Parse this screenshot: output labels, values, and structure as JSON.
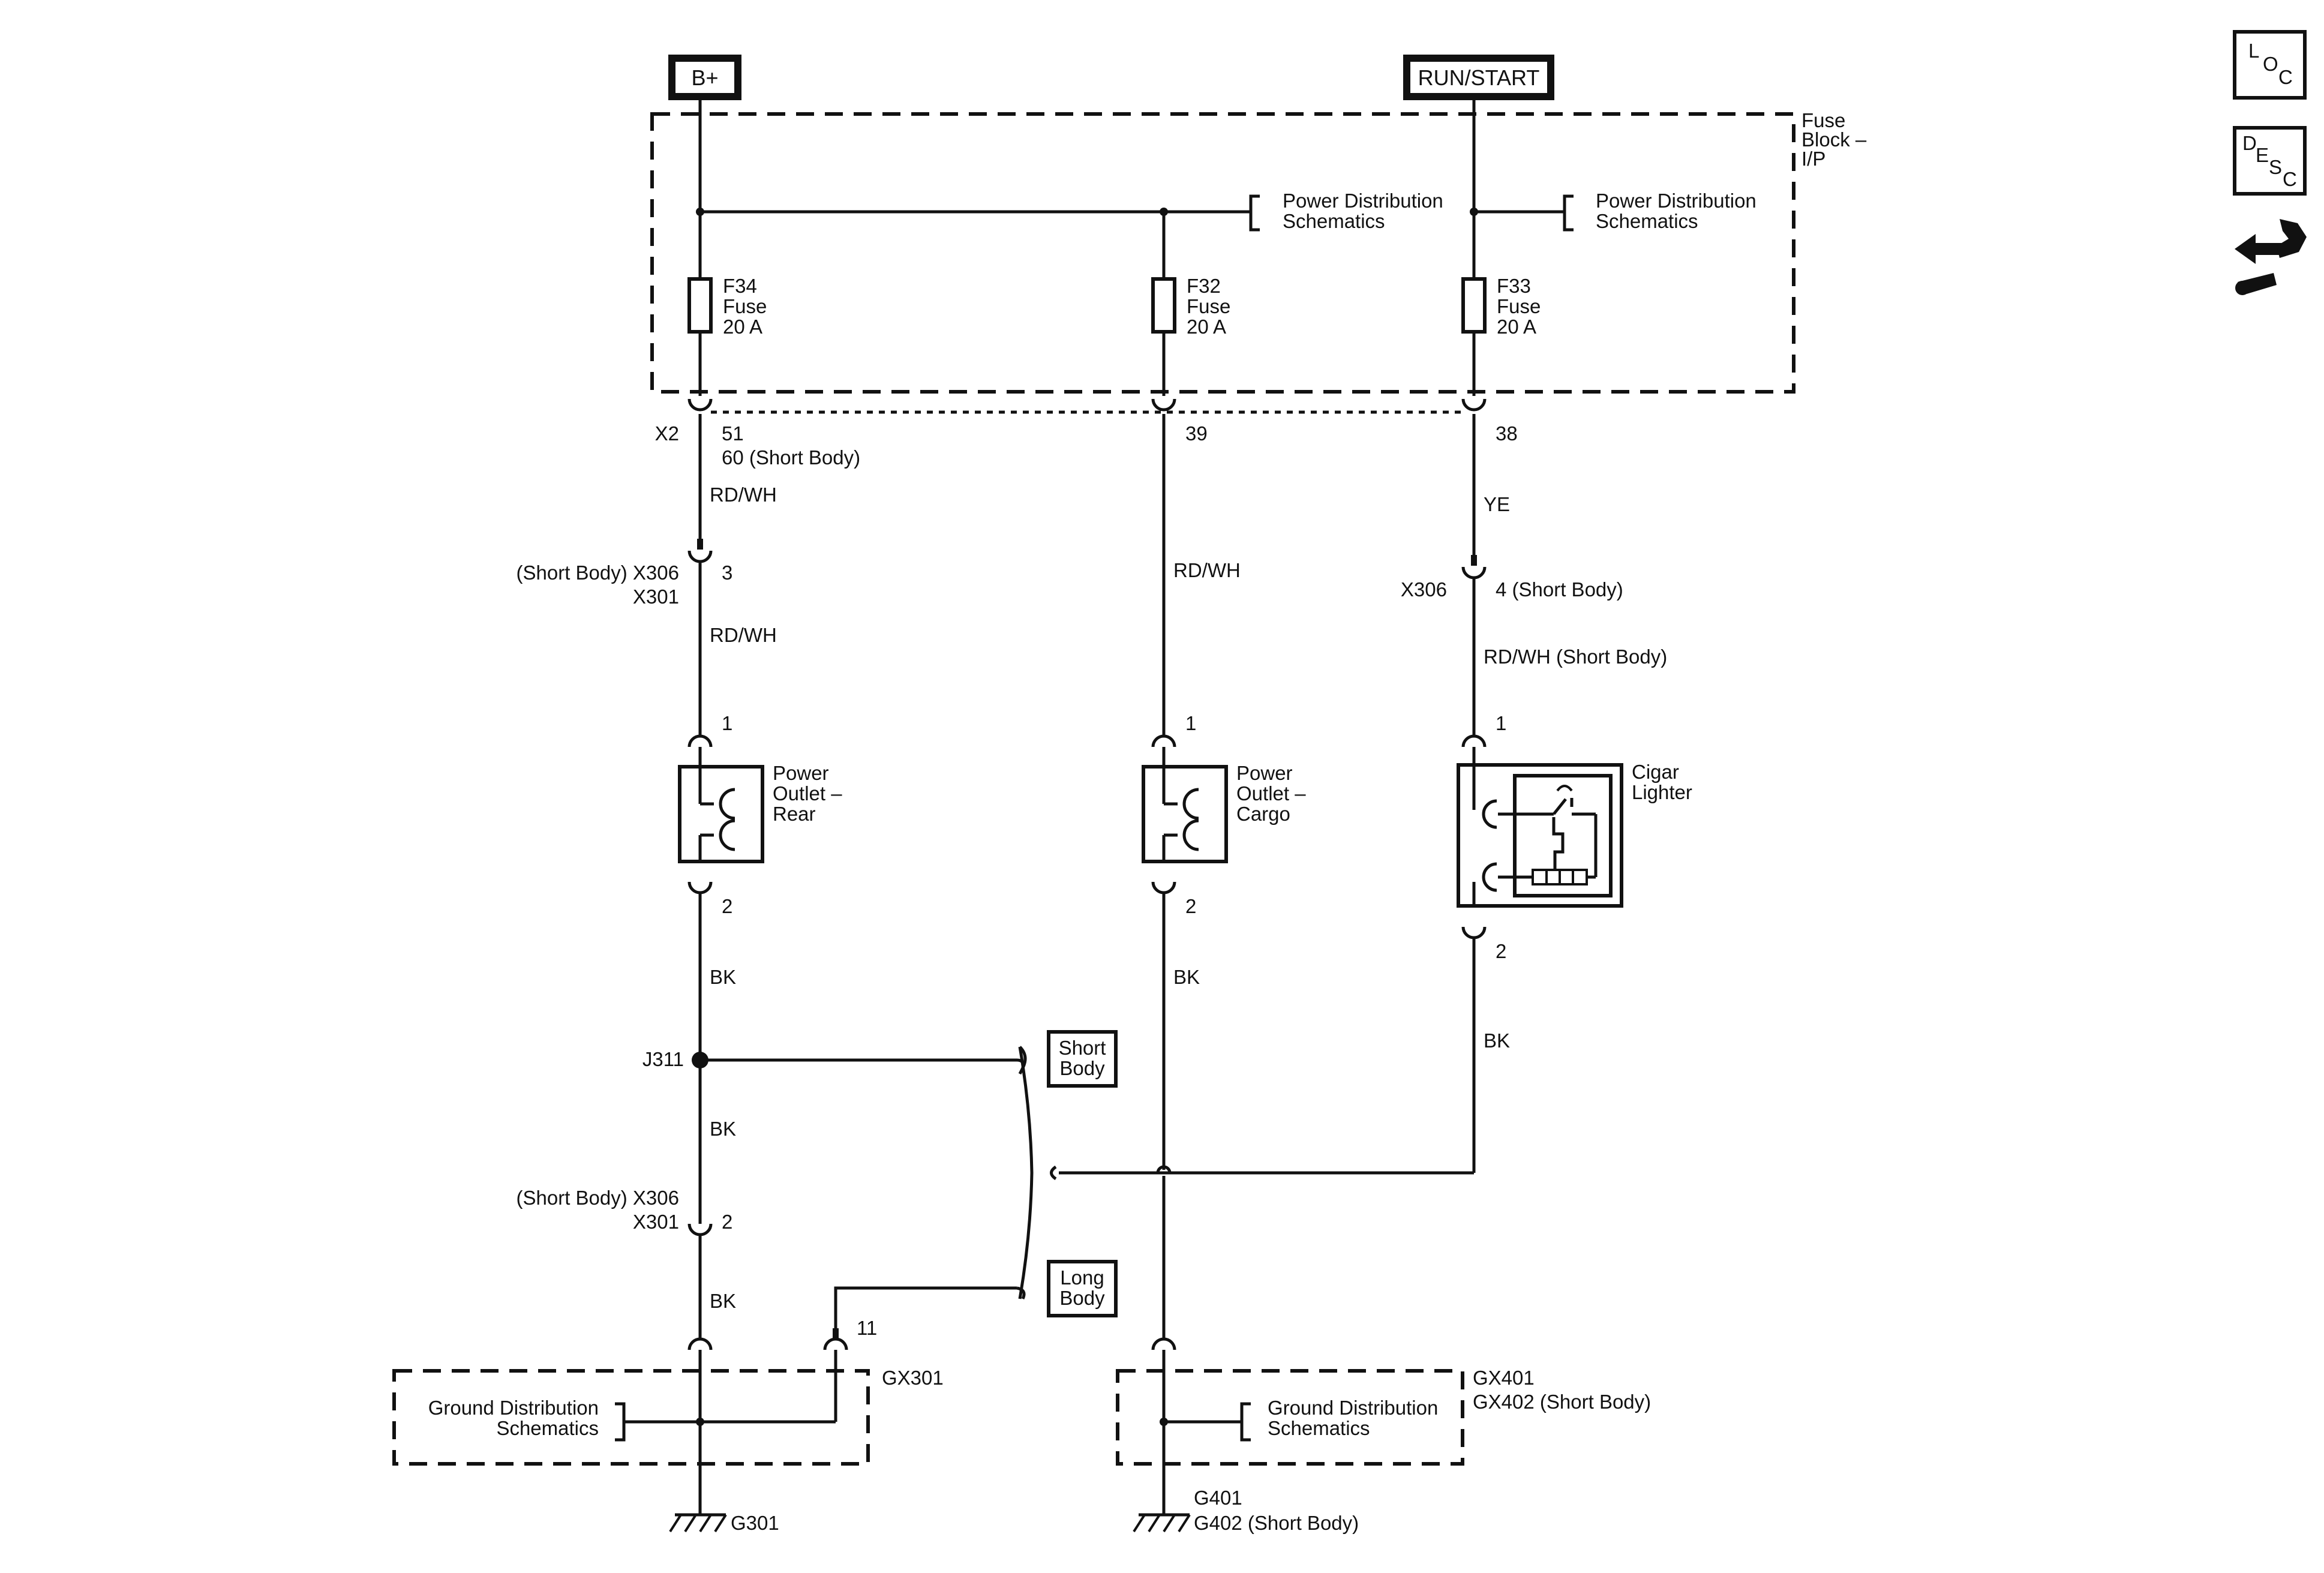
{
  "sources": {
    "bplus": "B+",
    "runstart": "RUN/START"
  },
  "fuse_block": {
    "line1": "Fuse",
    "line2": "Block –",
    "line3": "I/P"
  },
  "power_distribution": {
    "line1": "Power Distribution",
    "line2": "Schematics"
  },
  "fuses": {
    "f34": {
      "name": "F34",
      "type": "Fuse",
      "rating": "20 A"
    },
    "f32": {
      "name": "F32",
      "type": "Fuse",
      "rating": "20 A"
    },
    "f33": {
      "name": "F33",
      "type": "Fuse",
      "rating": "20 A"
    }
  },
  "connectors": {
    "x2": "X2",
    "x2_pin_51": "51",
    "x2_pin_60": "60 (Short Body)",
    "x2_pin_39": "39",
    "x2_pin_38": "38",
    "x306_short_body": "(Short Body) X306",
    "x301": "X301",
    "x306": "X306",
    "pin_3": "3",
    "pin_4_short": "4 (Short Body)",
    "pin_2": "2",
    "pin_1": "1",
    "pin_11": "11",
    "j311": "J311"
  },
  "wires": {
    "rd_wh": "RD/WH",
    "ye": "YE",
    "rd_wh_short": "RD/WH (Short Body)",
    "bk": "BK"
  },
  "components": {
    "outlet_rear": {
      "line1": "Power",
      "line2": "Outlet –",
      "line3": "Rear"
    },
    "outlet_cargo": {
      "line1": "Power",
      "line2": "Outlet –",
      "line3": "Cargo"
    },
    "cigar": {
      "line1": "Cigar",
      "line2": "Lighter"
    }
  },
  "options": {
    "short": {
      "line1": "Short",
      "line2": "Body"
    },
    "long": {
      "line1": "Long",
      "line2": "Body"
    }
  },
  "ground_distribution": {
    "line1": "Ground Distribution",
    "line2": "Schematics"
  },
  "grounds": {
    "gx301": "GX301",
    "gx401": "GX401",
    "gx402": "GX402 (Short Body)",
    "g301": "G301",
    "g401": "G401",
    "g402": "G402 (Short Body)"
  },
  "side_icons": {
    "loc_icon": "loc-icon",
    "desc_icon": "desc-icon",
    "tool_icon": "harness-tool-icon"
  },
  "side_letters": {
    "loc": [
      "L",
      "O",
      "C"
    ],
    "desc": [
      "D",
      "E",
      "S",
      "C"
    ]
  }
}
